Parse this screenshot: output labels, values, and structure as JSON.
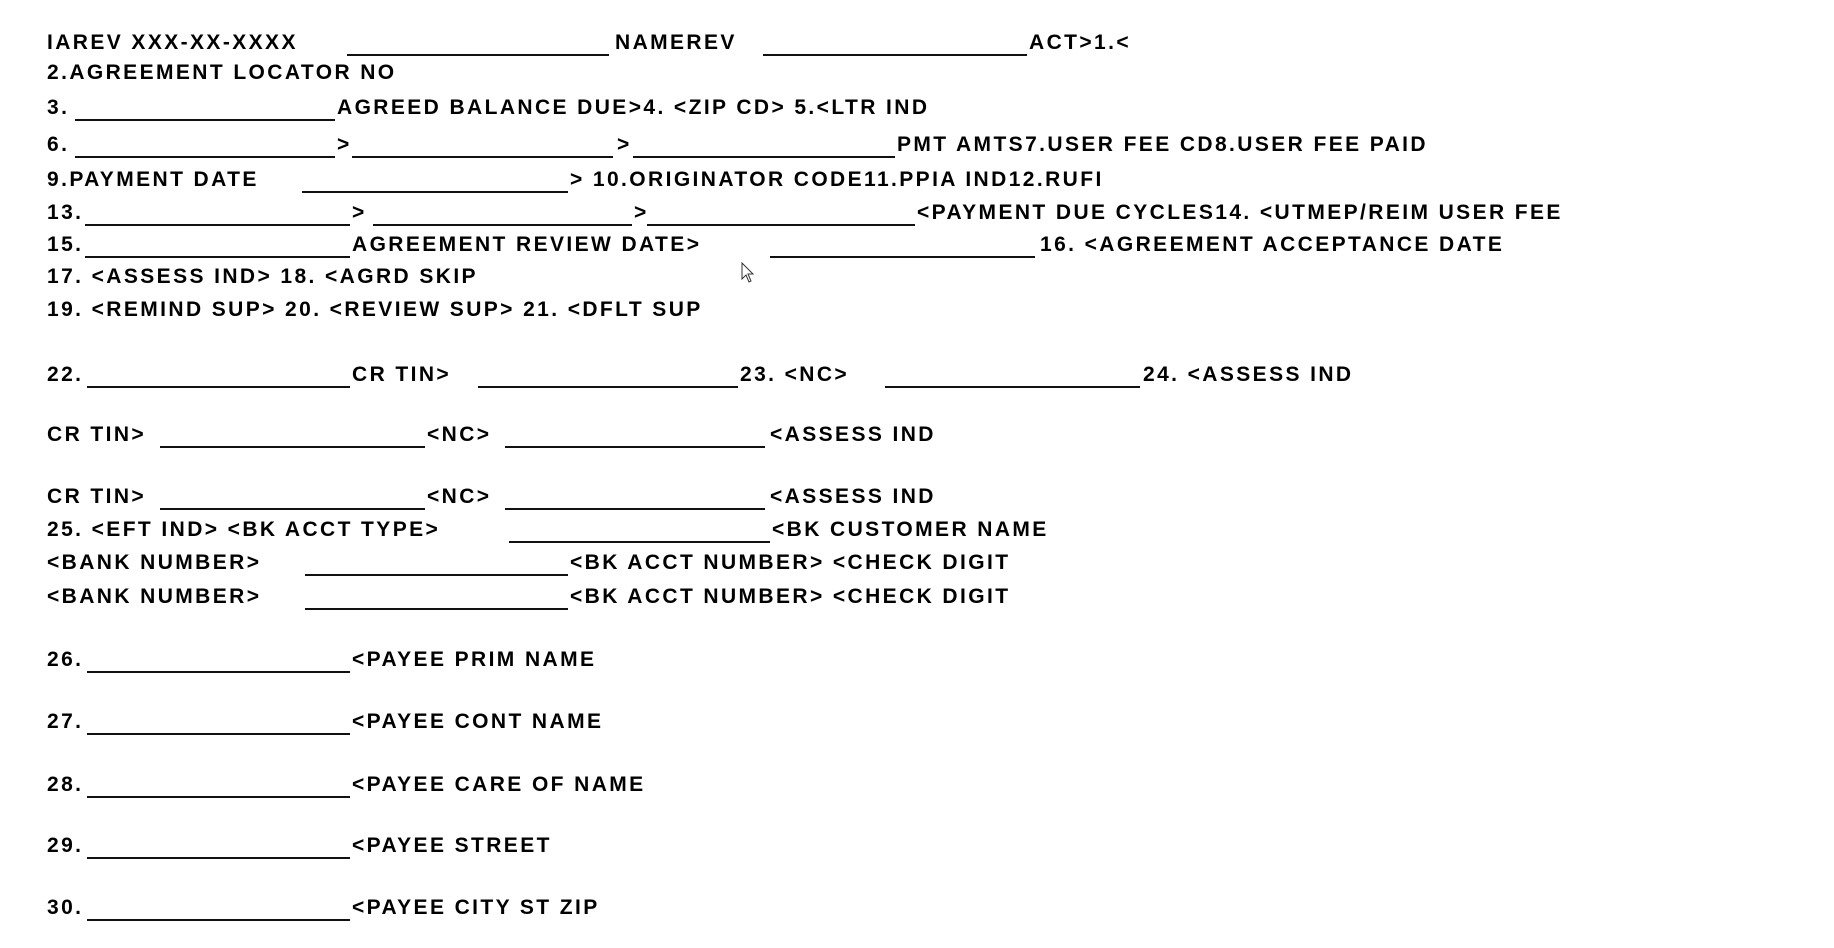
{
  "form": {
    "r1": {
      "a": "IAREV XXX-XX-XXXX",
      "b": "NAMEREV",
      "c": "ACT>1.<"
    },
    "r2": {
      "a": "2.AGREEMENT LOCATOR NO"
    },
    "r3": {
      "a": "3.",
      "b": "AGREED BALANCE DUE>4. <ZIP CD> 5.<LTR IND"
    },
    "r4": {
      "a": "6.",
      "b": ">",
      "c": ">",
      "d": "PMT AMTS7.USER FEE CD8.USER FEE PAID"
    },
    "r5": {
      "a": "9.PAYMENT DATE",
      "b": "> 10.ORIGINATOR CODE11.PPIA IND12.RUFI"
    },
    "r6": {
      "a": "13.",
      "b": ">",
      "c": ">",
      "d": "<PAYMENT DUE CYCLES14. <UTMEP/REIM USER FEE"
    },
    "r7": {
      "a": "15.",
      "b": "AGREEMENT REVIEW DATE>",
      "c": "16. <AGREEMENT ACCEPTANCE DATE"
    },
    "r8": {
      "a": "17. <ASSESS IND> 18. <AGRD SKIP"
    },
    "r9": {
      "a": "19. <REMIND SUP> 20. <REVIEW SUP> 21. <DFLT SUP"
    },
    "r22": {
      "a": "22.",
      "b": "CR TIN>",
      "c": "23. <NC>",
      "d": "24. <ASSESS IND"
    },
    "cr1": {
      "a": "CR TIN>",
      "b": "<NC>",
      "c": "<ASSESS IND"
    },
    "cr2": {
      "a": "CR TIN>",
      "b": "<NC>",
      "c": "<ASSESS IND"
    },
    "r25": {
      "a": "25. <EFT IND> <BK ACCT TYPE>",
      "b": "<BK CUSTOMER NAME"
    },
    "bank1": {
      "a": "<BANK NUMBER>",
      "b": "<BK ACCT NUMBER> <CHECK DIGIT"
    },
    "bank2": {
      "a": "<BANK NUMBER>",
      "b": "<BK ACCT NUMBER> <CHECK DIGIT"
    },
    "r26": {
      "a": "26.",
      "b": "<PAYEE PRIM NAME"
    },
    "r27": {
      "a": "27.",
      "b": "<PAYEE CONT NAME"
    },
    "r28": {
      "a": "28.",
      "b": "<PAYEE CARE OF NAME"
    },
    "r29": {
      "a": "29.",
      "b": "<PAYEE STREET"
    },
    "r30": {
      "a": "30.",
      "b": "<PAYEE CITY ST ZIP"
    }
  }
}
